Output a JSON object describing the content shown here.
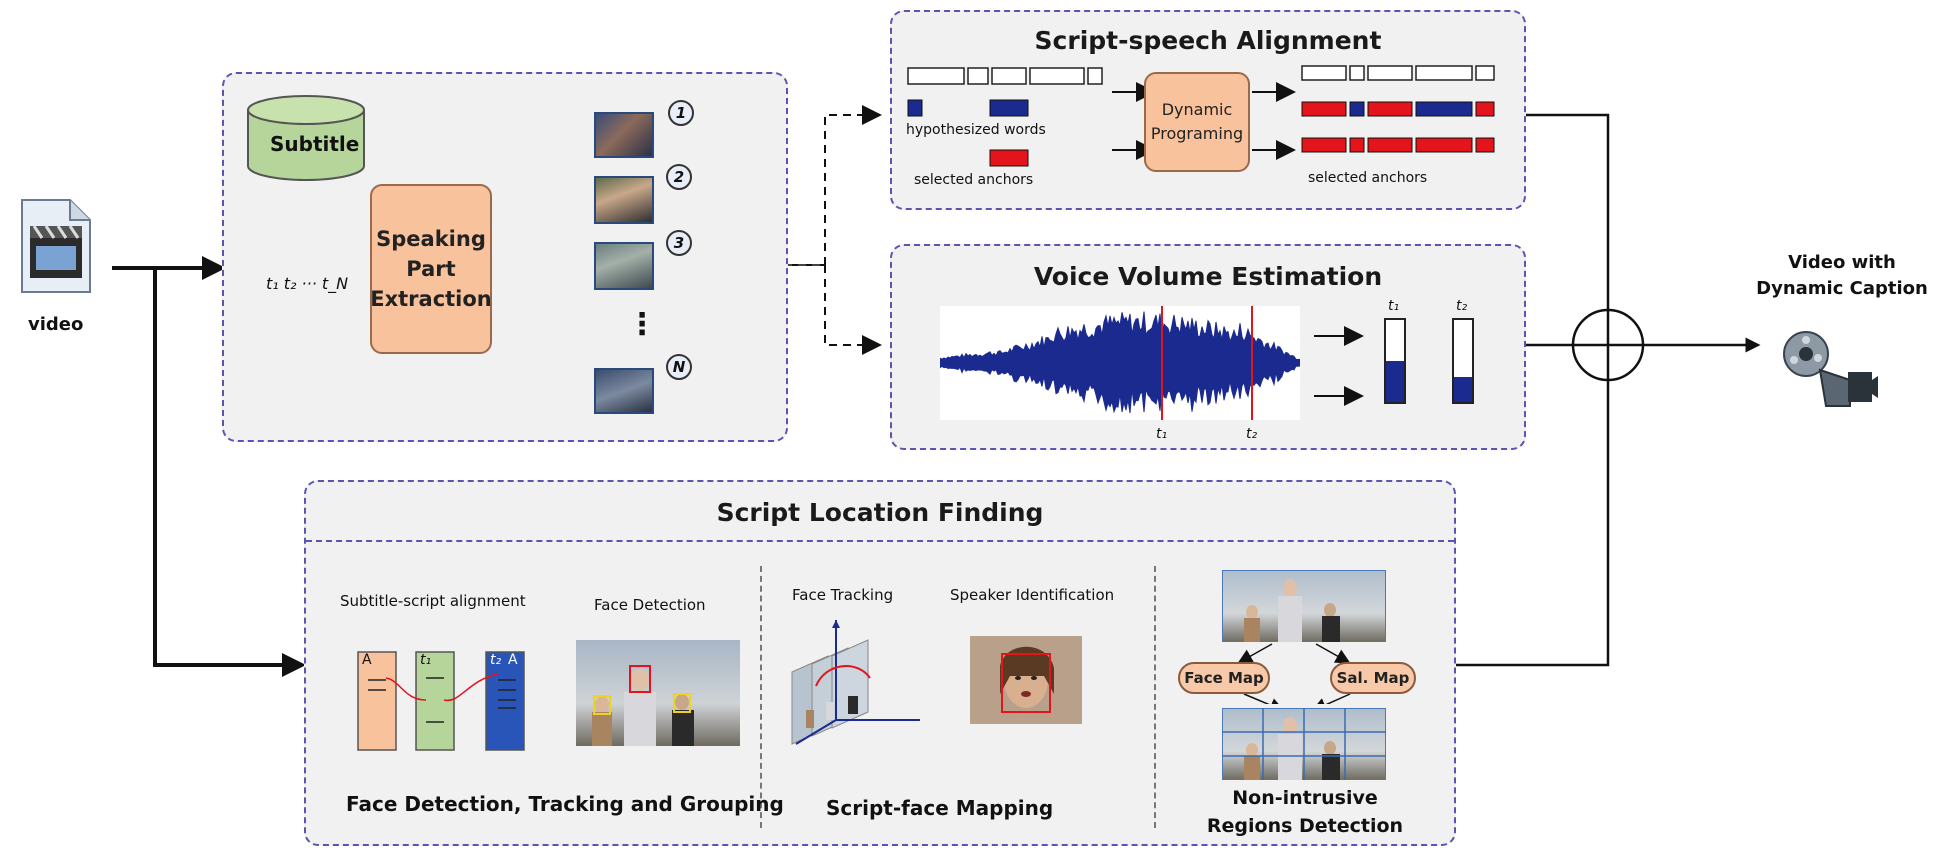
{
  "input": {
    "label": "video"
  },
  "speaking": {
    "subtitle": "Subtitle",
    "extraction": "Speaking Part Extraction",
    "times": "t₁ t₂ ··· t_N",
    "clip_numbers": [
      "1",
      "2",
      "3",
      "N"
    ],
    "ellipsis": "⋮"
  },
  "alignment": {
    "title": "Script-speech Alignment",
    "dp": "Dynamic Programing",
    "hyp_words": "hypothesized words",
    "sel_anchors_left": "selected anchors",
    "sel_anchors_right": "selected anchors"
  },
  "voice": {
    "title": "Voice Volume Estimation",
    "t1": "t₁",
    "t2": "t₂",
    "bar_t1": "t₁",
    "bar_t2": "t₂",
    "levels": {
      "t1": 0.5,
      "t2": 0.3
    }
  },
  "script_loc": {
    "title": "Script Location Finding",
    "sub_align": "Subtitle-script alignment",
    "face_det": "Face Detection",
    "face_track": "Face Tracking",
    "speaker_id": "Speaker Identification",
    "group1": "Face Detection, Tracking and Grouping",
    "group2": "Script-face Mapping",
    "group3": "Non-intrusive Regions Detection",
    "face_map": "Face Map",
    "sal_map": "Sal. Map",
    "card_a1": "A",
    "card_t1": "t₁",
    "card_t2": "t₂",
    "card_a2": "A"
  },
  "output": {
    "label": "Video with Dynamic Caption"
  },
  "colors": {
    "panel_border": "#5a55b0",
    "panel_bg": "#f1f1f1",
    "orange": "#f8c29c",
    "green": "#b6d59a",
    "blue_bar": "#1a2a8e",
    "red_bar": "#e3141c"
  }
}
